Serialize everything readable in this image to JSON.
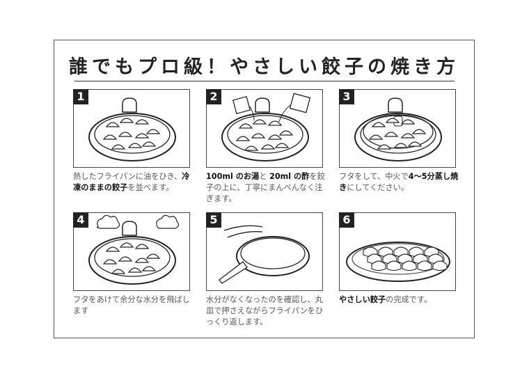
{
  "title": "誰でもプロ級！やさしい餃子の焼き方",
  "steps": [
    {
      "number": "1",
      "illustration": "pan-with-oil-and-gyoza",
      "desc": [
        {
          "t": "熱したフライパンに油をひき、"
        },
        {
          "t": "冷凍のままの餃子",
          "b": true
        },
        {
          "t": "を並べます。"
        }
      ]
    },
    {
      "number": "2",
      "illustration": "pouring-water-and-vinegar",
      "desc": [
        {
          "t": "100ml のお湯",
          "b": true
        },
        {
          "t": "と "
        },
        {
          "t": "20ml の酢",
          "b": true
        },
        {
          "t": "を餃子の上に、丁寧にまんべんなく注ぎます。"
        }
      ]
    },
    {
      "number": "3",
      "illustration": "pan-with-lid",
      "desc": [
        {
          "t": "フタをして、中火で"
        },
        {
          "t": "4～5分蒸し焼き",
          "b": true
        },
        {
          "t": "にしてください。"
        }
      ]
    },
    {
      "number": "4",
      "illustration": "pan-with-steam",
      "desc": [
        {
          "t": "フタをあけて余分な水分を飛ばします"
        }
      ]
    },
    {
      "number": "5",
      "illustration": "flipping-pan-onto-plate",
      "desc": [
        {
          "t": "水分がなくなったのを確認し、丸皿で押さえながらフライパンをひっくり返します。"
        }
      ]
    },
    {
      "number": "6",
      "illustration": "gyoza-on-plate",
      "desc": [
        {
          "t": "やさしい餃子",
          "b": true
        },
        {
          "t": "の完成です。"
        }
      ]
    }
  ]
}
